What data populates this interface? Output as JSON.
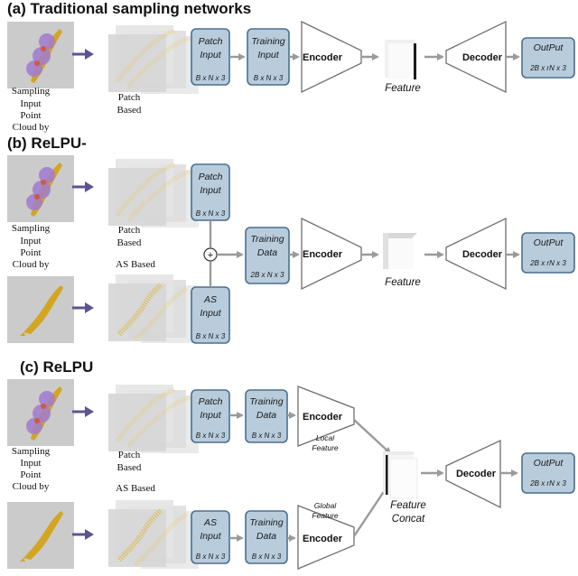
{
  "sections": {
    "a": {
      "title": "(a) Traditional sampling networks"
    },
    "b": {
      "title": "(b) ReLPU-"
    },
    "c": {
      "title": "(c) ReLPU"
    }
  },
  "captions": {
    "sampling_1": "Sampling",
    "input_1": "Input",
    "point_1": "Point",
    "cloud_1": "Cloud by",
    "patch_1": "Patch",
    "based_1": "Based"
  },
  "boxes": {
    "patch_line1": "Patch",
    "patch_line2": "Input",
    "training_line1": "Training",
    "training_input": "Input",
    "training_data": "Data",
    "as_line1": "AS",
    "as_line2": "Input",
    "output_line1": "OutPut",
    "dim_bn3": "B x N x 3",
    "dim_2bn3": "2B x N x 3",
    "dim_out": "2B x rN x 3"
  },
  "labels": {
    "encoder": "Encoder",
    "decoder": "Decoder",
    "feature": "Feature",
    "as_based": "AS Based",
    "local_feature_1": "Local",
    "local_feature_2": "Feature",
    "global_feature_1": "Global",
    "global_feature_2": "Feature",
    "feature_concat_1": "Feature",
    "feature_concat_2": "Concat",
    "plus": "+"
  },
  "colors": {
    "box_fill": "#b8ccdc",
    "box_stroke": "#4a6f8e",
    "arrow_primary": "#5a5590",
    "arrow_flow": "#9a9a9a",
    "cloud_gold": "#d4a520",
    "sample_purple": "#a07ad0"
  }
}
